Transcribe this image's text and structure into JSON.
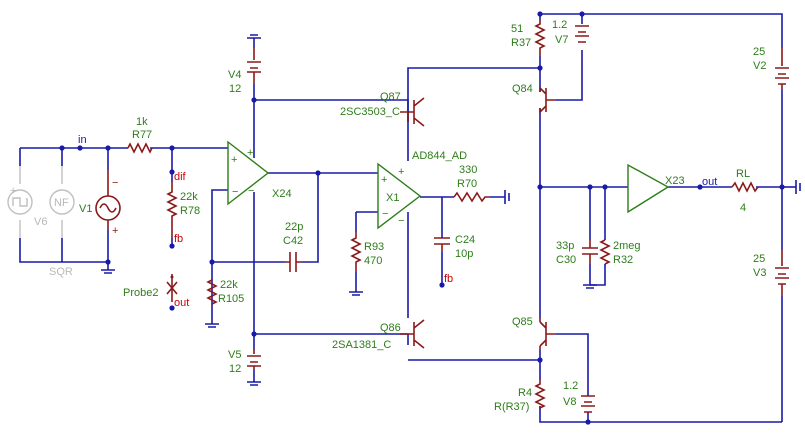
{
  "nets": {
    "in": "in",
    "dif": "dif",
    "fb_probe": "fb",
    "out_probe": "out",
    "fb_cap": "fb",
    "out": "out"
  },
  "sources": {
    "v6": "V6",
    "v6_inner": "NF",
    "sqr": "SQR",
    "v1": "V1"
  },
  "resistors": {
    "r77": {
      "value": "1k",
      "name": "R77"
    },
    "r78": {
      "value": "22k",
      "name": "R78"
    },
    "r105": {
      "value": "22k",
      "name": "R105"
    },
    "r93": {
      "name": "R93",
      "value": "470"
    },
    "r70": {
      "value": "330",
      "name": "R70"
    },
    "r37": {
      "value": "51",
      "name": "R37"
    },
    "r4": {
      "name": "R4",
      "value": "R(R37)"
    },
    "r32": {
      "value": "2meg",
      "name": "R32"
    },
    "rl": {
      "name": "RL",
      "value": "4"
    }
  },
  "capacitors": {
    "c42": {
      "value": "22p",
      "name": "C42"
    },
    "c24": {
      "name": "C24",
      "value": "10p"
    },
    "c30": {
      "value": "33p",
      "name": "C30"
    }
  },
  "supplies": {
    "v4": {
      "name": "V4",
      "value": "12"
    },
    "v5": {
      "name": "V5",
      "value": "12"
    },
    "v7": {
      "value": "1.2",
      "name": "V7"
    },
    "v8": {
      "value": "1.2",
      "name": "V8"
    },
    "v2": {
      "value": "25",
      "name": "V2"
    },
    "v3": {
      "value": "25",
      "name": "V3"
    }
  },
  "opamps": {
    "x24": "X24",
    "x1": "X1",
    "x1_model": "AD844_AD",
    "x23": "X23"
  },
  "transistors": {
    "q87": {
      "name": "Q87",
      "model": "2SC3503_C"
    },
    "q86": {
      "name": "Q86",
      "model": "2SA1381_C"
    },
    "q84": {
      "name": "Q84"
    },
    "q85": {
      "name": "Q85"
    }
  },
  "probe": {
    "name": "Probe2"
  },
  "colors": {
    "wire": "#1a1aa8",
    "component": "#8a1a1a",
    "label": "#2e7d1a",
    "probe": "#cc0000",
    "disabled": "#b9b9b9"
  }
}
